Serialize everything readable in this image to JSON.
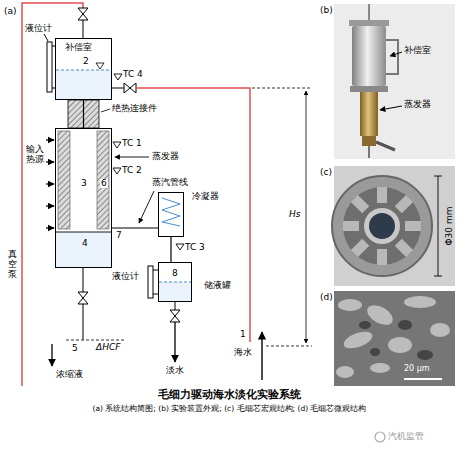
{
  "diagram": {
    "title": "毛细力驱动海水淡化实验系统",
    "caption": "(a) 系统结构简图; (b) 实验装置外观; (c) 毛细芯宏观结构; (d) 毛细芯微观结构",
    "nodes": [
      {
        "text": [
          "补偿室",
          "2"
        ]
      },
      {
        "text": [
          "3",
          "6",
          "4"
        ]
      },
      {
        "text": [
          "冷凝器"
        ]
      },
      {
        "text": [
          "8",
          "储液罐"
        ]
      }
    ],
    "edges": [
      {
        "from": 0,
        "to": 1,
        "arrow": "none"
      },
      {
        "from": 1,
        "to": 2,
        "arrow": "none"
      },
      {
        "from": 2,
        "to": 3,
        "arrow": "none"
      }
    ],
    "labels": [
      "(a)",
      "液位计",
      "TC 4",
      "绝热连接件",
      "输入热源",
      "TC 1",
      "蒸发器",
      "TC 2",
      "蒸汽管线",
      "7",
      "TC 3",
      "液位计",
      "Hs",
      "真空泵",
      "1",
      "海水",
      "5",
      "ΔHCF",
      "浓缩液",
      "淡水",
      "(b)",
      "补偿室",
      "蒸发器",
      "(c)",
      "Φ30 mm",
      "(d)",
      "20 μm",
      "汽机监管"
    ]
  }
}
